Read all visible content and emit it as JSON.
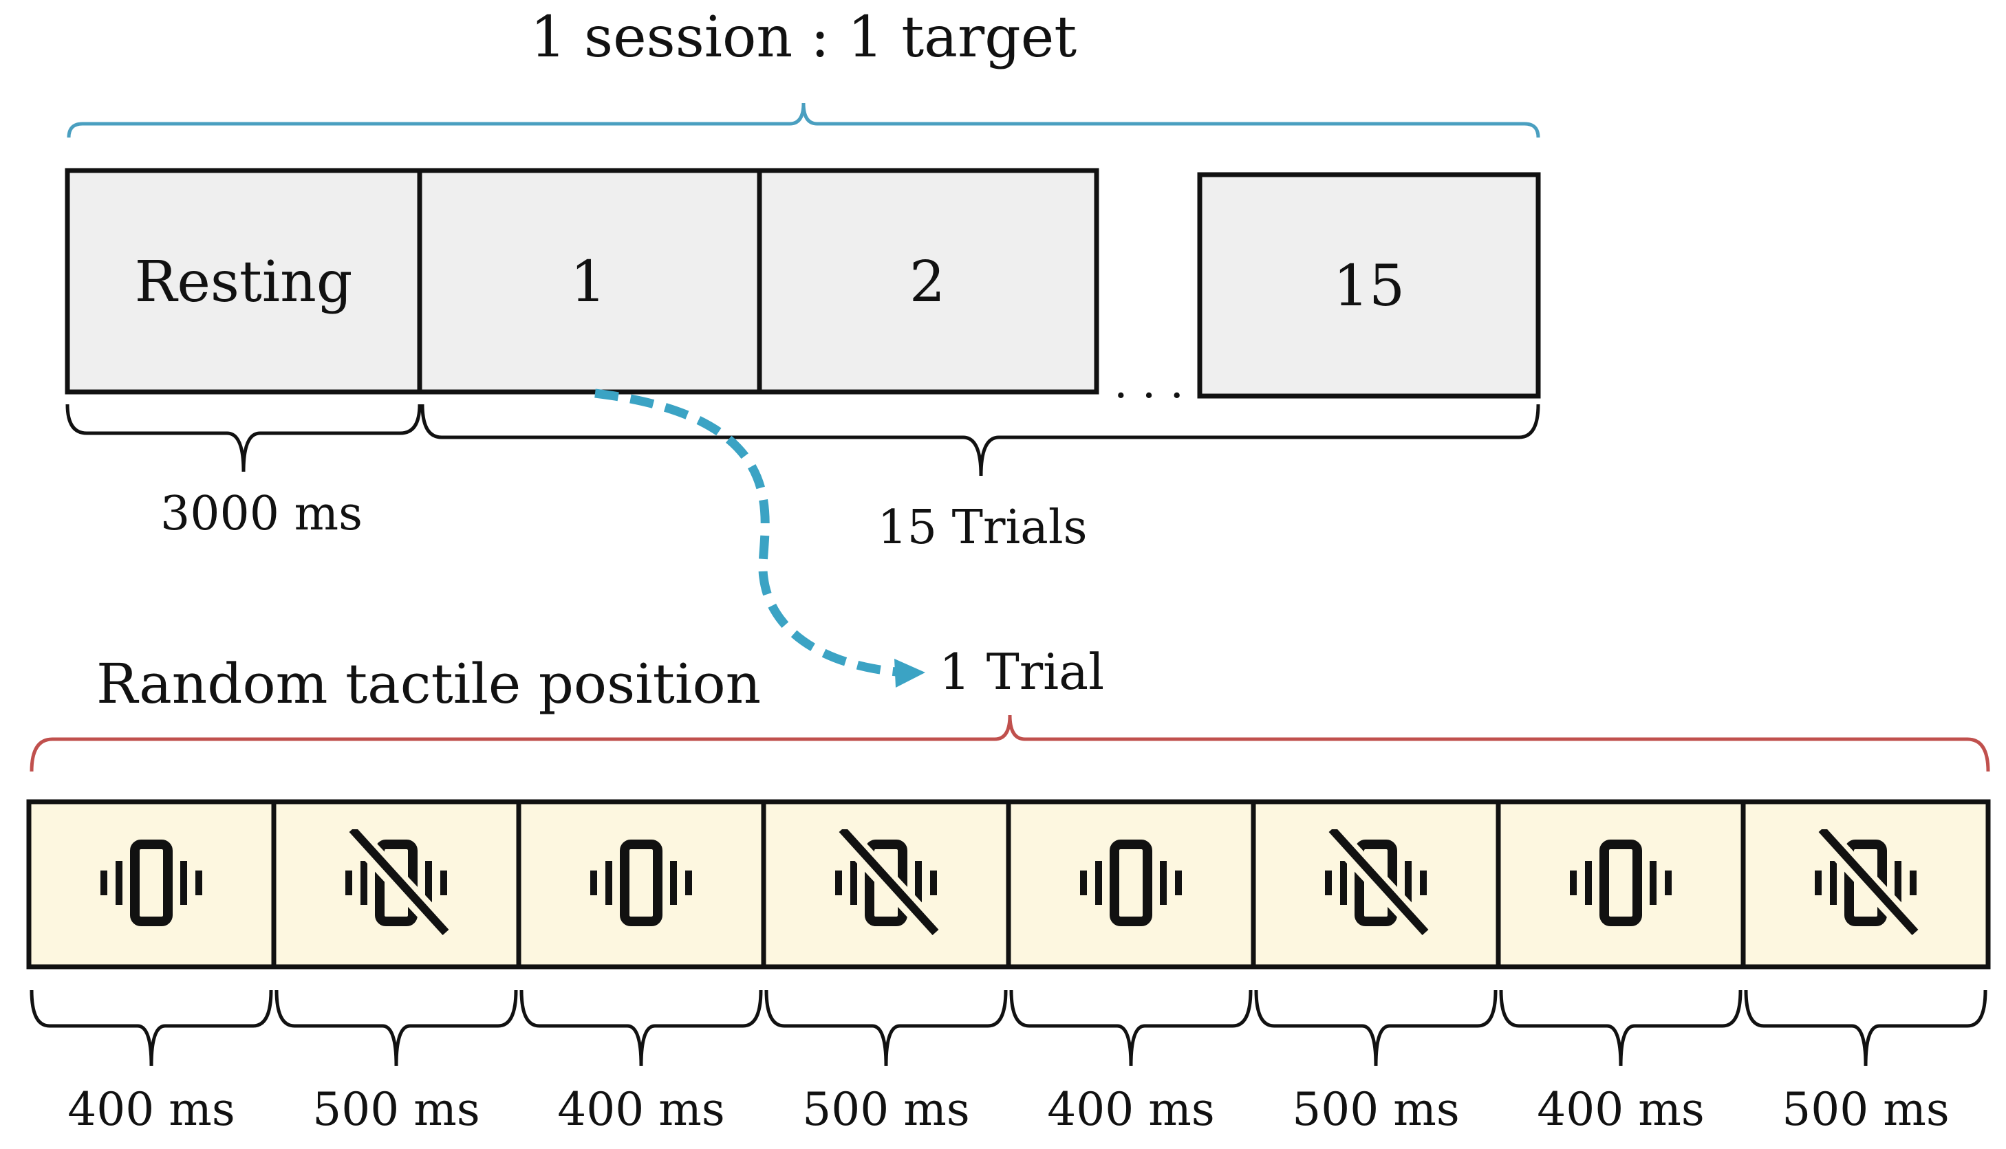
{
  "session": {
    "title": "1 session : 1 target",
    "blocks": [
      {
        "label": "Resting"
      },
      {
        "label": "1"
      },
      {
        "label": "2"
      },
      {
        "label": "15"
      }
    ],
    "ellipsis": ". . .",
    "resting_duration": "3000 ms",
    "trials_label": "15 Trials"
  },
  "trial": {
    "callout": "1 Trial",
    "title": "Random tactile position",
    "segments": [
      {
        "state": "vibrate-on",
        "icon": "vibration-icon",
        "duration": "400 ms"
      },
      {
        "state": "vibrate-off",
        "icon": "vibration-off-icon",
        "duration": "500 ms"
      },
      {
        "state": "vibrate-on",
        "icon": "vibration-icon",
        "duration": "400 ms"
      },
      {
        "state": "vibrate-off",
        "icon": "vibration-off-icon",
        "duration": "500 ms"
      },
      {
        "state": "vibrate-on",
        "icon": "vibration-icon",
        "duration": "400 ms"
      },
      {
        "state": "vibrate-off",
        "icon": "vibration-off-icon",
        "duration": "500 ms"
      },
      {
        "state": "vibrate-on",
        "icon": "vibration-icon",
        "duration": "400 ms"
      },
      {
        "state": "vibrate-off",
        "icon": "vibration-off-icon",
        "duration": "500 ms"
      }
    ]
  },
  "colors": {
    "session_brace": "#4a9fc0",
    "trial_brace": "#c0504d",
    "arrow": "#3ba3c4",
    "block_fill": "#efefef",
    "segment_fill": "#fdf7e0",
    "stroke": "#111111"
  }
}
